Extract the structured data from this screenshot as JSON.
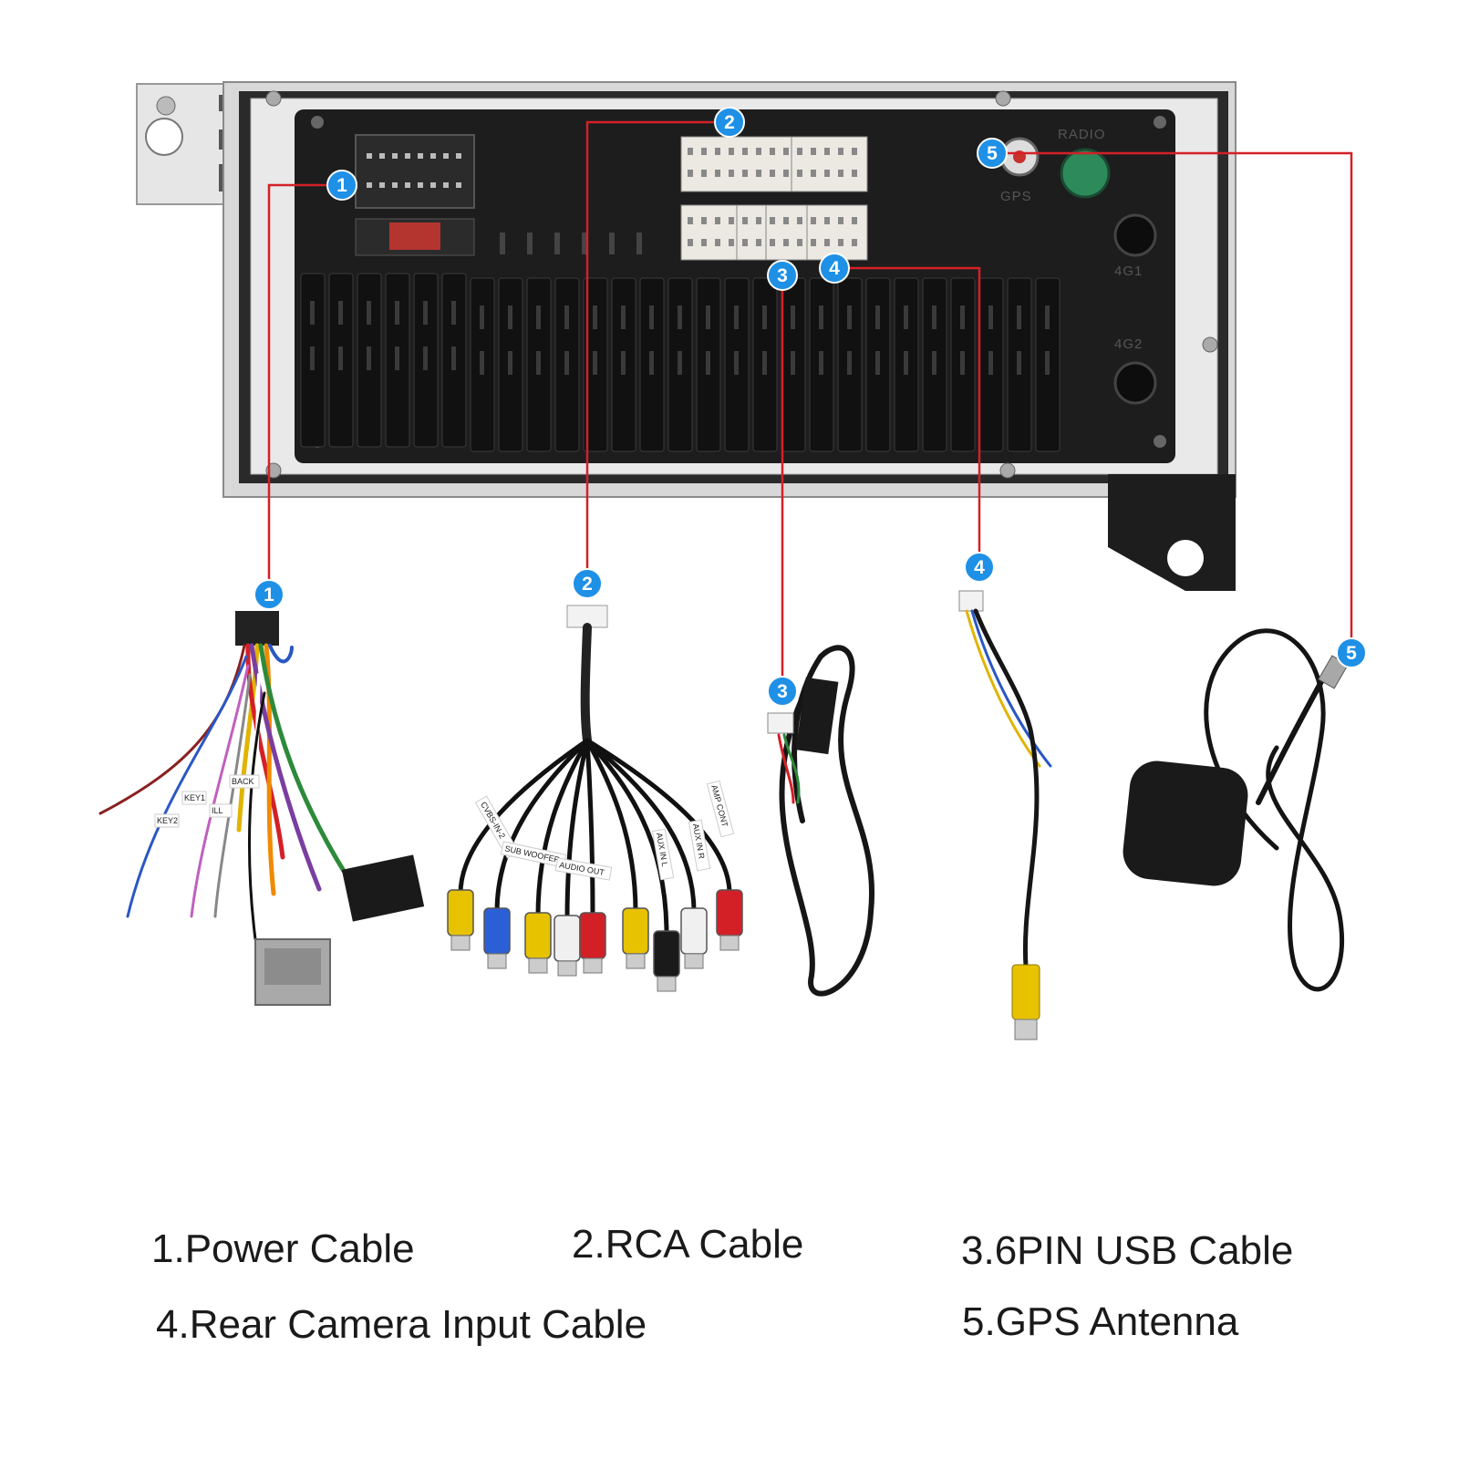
{
  "unit_labels": {
    "radio": "RADIO",
    "gps": "GPS",
    "port_4g_top": "4G1",
    "port_4g_bottom": "4G2"
  },
  "badges": [
    "1",
    "2",
    "3",
    "4",
    "5"
  ],
  "cable_tags": {
    "power": [
      "KEY2",
      "KEY1",
      "ILL",
      "BACK"
    ],
    "rca": [
      "CVBS-IN-2",
      "SUB WOOFER",
      "AUDIO OUT",
      "AUX IN L",
      "AUX IN R",
      "AMP CONT"
    ]
  },
  "captions": {
    "power": "1.Power Cable",
    "rca": "2.RCA Cable",
    "usb": "3.6PIN USB  Cable",
    "camera": "4.Rear Camera Input Cable",
    "gps": "5.GPS Antenna"
  },
  "colors": {
    "connector_line": "#d32027",
    "badge": "#1e90e6",
    "unit_body": "#1d1d1d",
    "frame": "#d8d8d8"
  }
}
